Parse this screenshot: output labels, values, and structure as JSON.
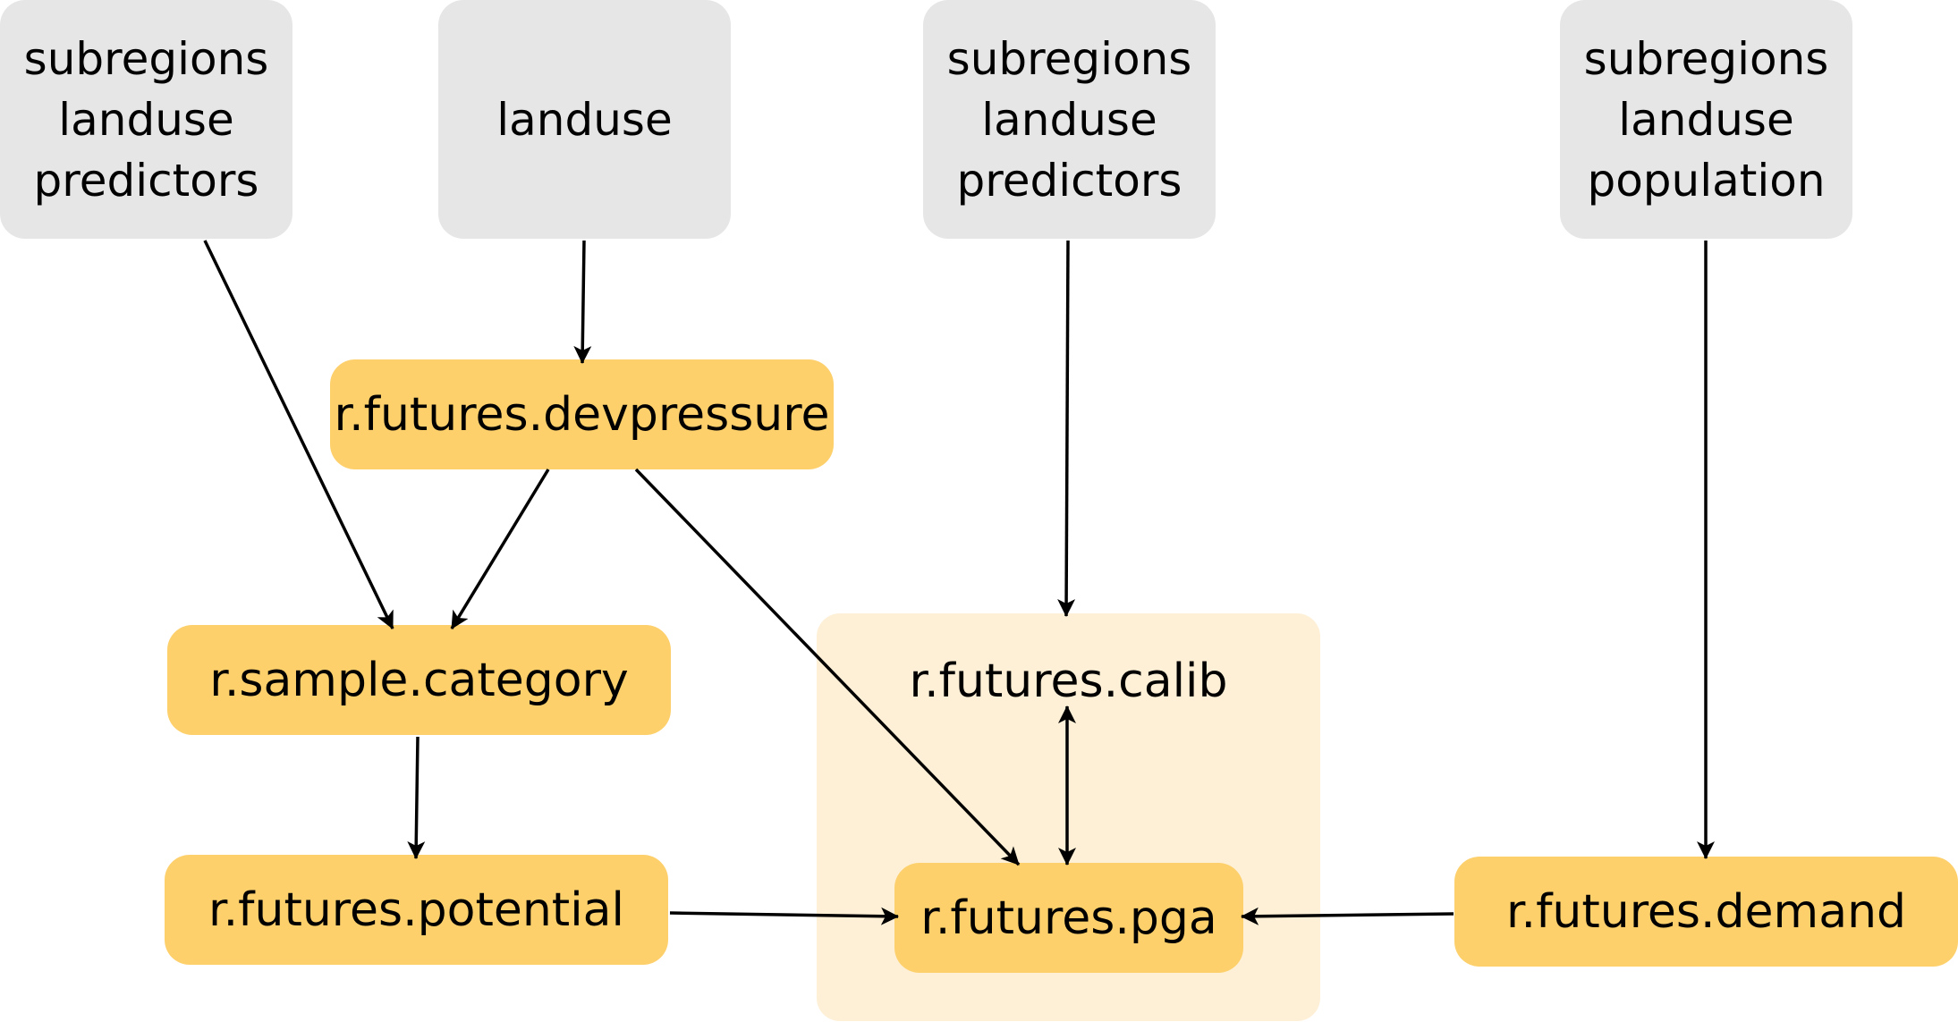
{
  "inputs": {
    "input1": [
      "subregions",
      "landuse",
      "predictors"
    ],
    "input2": [
      "landuse"
    ],
    "input3": [
      "subregions",
      "landuse",
      "predictors"
    ],
    "input4": [
      "subregions",
      "landuse",
      "population"
    ]
  },
  "modules": {
    "devpressure": "r.futures.devpressure",
    "sample_category": "r.sample.category",
    "potential": "r.futures.potential",
    "calib": "r.futures.calib",
    "pga": "r.futures.pga",
    "demand": "r.futures.demand"
  },
  "colors": {
    "input_fill": "#e6e6e6",
    "module_fill": "#fdd06c",
    "group_fill": "#fef0d6",
    "arrow": "#000000"
  }
}
